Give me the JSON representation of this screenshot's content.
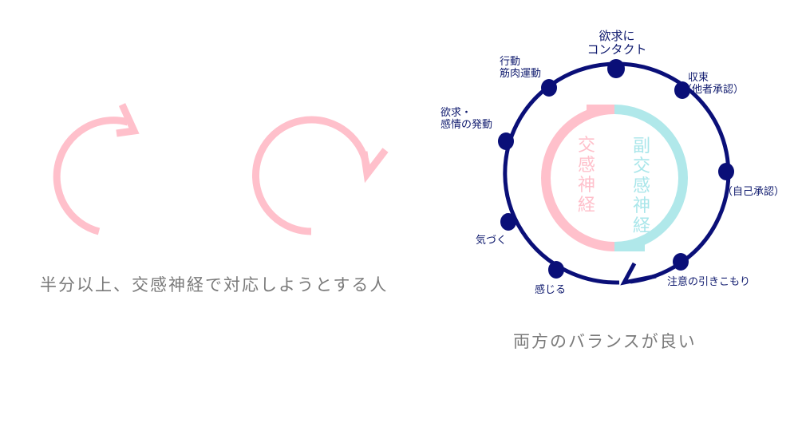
{
  "colors": {
    "sympathetic": "#ffc0cb",
    "parasympathetic": "#b0e8ea",
    "cycle": "#0a0f78",
    "caption": "#7a7a7a",
    "label": "#0f1a6e"
  },
  "left_panel": {
    "caption": "半分以上、交感神経で対応しようとする人",
    "arrows": [
      {
        "name": "short-cycle-arrow",
        "color": "#ffc0cb"
      },
      {
        "name": "long-cycle-arrow",
        "color": "#ffc0cb"
      }
    ]
  },
  "right_panel": {
    "caption": "両方のバランスが良い",
    "inner_ring": {
      "left_label": "交感神経",
      "right_label": "副交感神経"
    },
    "cycle_steps": [
      {
        "id": "contact",
        "label_line1": "欲求に",
        "label_line2": "コンタクト"
      },
      {
        "id": "convergence",
        "label_line1": "収束",
        "label_line2": "（他者承認）"
      },
      {
        "id": "self-approval",
        "label_line1": "（自己承認）"
      },
      {
        "id": "withdrawal",
        "label_line1": "注意の引きこもり"
      },
      {
        "id": "feel",
        "label_line1": "感じる"
      },
      {
        "id": "notice",
        "label_line1": "気づく"
      },
      {
        "id": "desire",
        "label_line1": "欲求・",
        "label_line2": "感情の発動"
      },
      {
        "id": "action",
        "label_line1": "行動",
        "label_line2": "筋肉運動"
      }
    ]
  }
}
